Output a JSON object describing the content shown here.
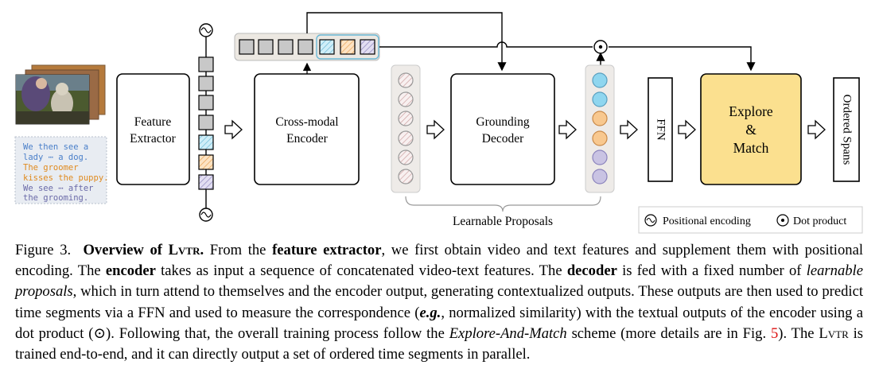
{
  "figure": {
    "feature_extractor": [
      "Feature",
      "Extractor"
    ],
    "encoder": [
      "Cross-modal",
      "Encoder"
    ],
    "decoder": [
      "Grounding",
      "Decoder"
    ],
    "ffn": "FFN",
    "explore": [
      "Explore",
      "&",
      "Match"
    ],
    "output": "Ordered Spans",
    "proposals_label": "Learnable Proposals",
    "legend": {
      "pos": "Positional encoding",
      "dot": "Dot product"
    },
    "text_panel": [
      {
        "text": "We then see a",
        "color": "#4a7fc9"
      },
      {
        "text": "lady ⋯ a dog.",
        "color": "#4a7fc9"
      },
      {
        "text": "The groomer",
        "color": "#e08a1e"
      },
      {
        "text": "kisses the puppy.",
        "color": "#e08a1e"
      },
      {
        "text": "We see ⋯ after",
        "color": "#6a6aa8"
      },
      {
        "text": "the grooming.",
        "color": "#6a6aa8"
      }
    ],
    "colors": {
      "explore_fill": "#fbe08f",
      "blue": "#8fd6ef",
      "orange": "#f8c88f",
      "purple": "#c9c3e3",
      "gray_token": "#c8c8c8"
    }
  },
  "caption": {
    "figure_label": "Figure 3.",
    "title_prefix": "Overview of L",
    "title_sc": "vtr",
    "title_end": ".",
    "s1": " From the ",
    "b1": "feature extractor",
    "s2": ", we first obtain video and text features and supplement them with positional encoding. The ",
    "b2": "encoder",
    "s3": " takes as input a sequence of concatenated video-text features. The ",
    "b3": "decoder",
    "s4": " is fed with a fixed number of ",
    "i1": "learnable proposals",
    "s5": ", which in turn attend to themselves and the encoder output, generating contextualized outputs. These outputs are then used to predict time segments via a FFN and used to measure the correspondence (",
    "i2": "e.g.",
    "s6": ", normalized similarity) with the textual outputs of the encoder using a dot product (⊙). Following that, the overall training process follow the ",
    "i3": "Explore-And-Match",
    "s7": " scheme (more details are in Fig. ",
    "ref": "5",
    "s8": "). The L",
    "sc2": "vtr",
    "s9": " is trained end-to-end, and it can directly output a set of ordered time segments in parallel."
  }
}
